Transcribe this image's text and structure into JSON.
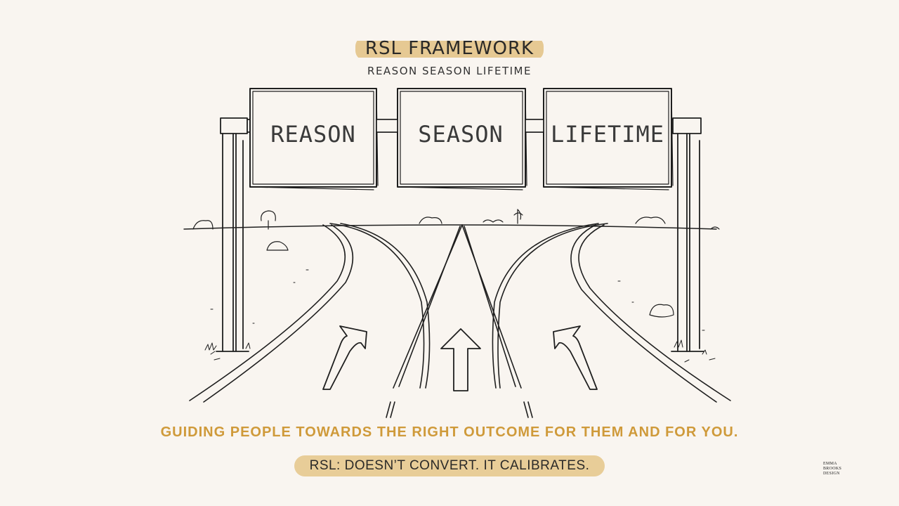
{
  "title": "RSL FRAMEWORK",
  "subtitle": "REASON SEASON LIFETIME",
  "signs": [
    {
      "label": "REASON"
    },
    {
      "label": "SEASON"
    },
    {
      "label": "LIFETIME"
    }
  ],
  "tagline": "GUIDING PEOPLE TOWARDS THE RIGHT OUTCOME FOR THEM AND FOR YOU.",
  "callout": "RSL: DOESN’T CONVERT. IT CALIBRATES.",
  "logo": {
    "line1": "EMMA",
    "line2": "BROOKS",
    "line3": "DESIGN"
  },
  "colors": {
    "background": "#f9f5f0",
    "accent": "#cf9a3a",
    "highlight": "#e6c993",
    "ink": "#2b2a28"
  }
}
